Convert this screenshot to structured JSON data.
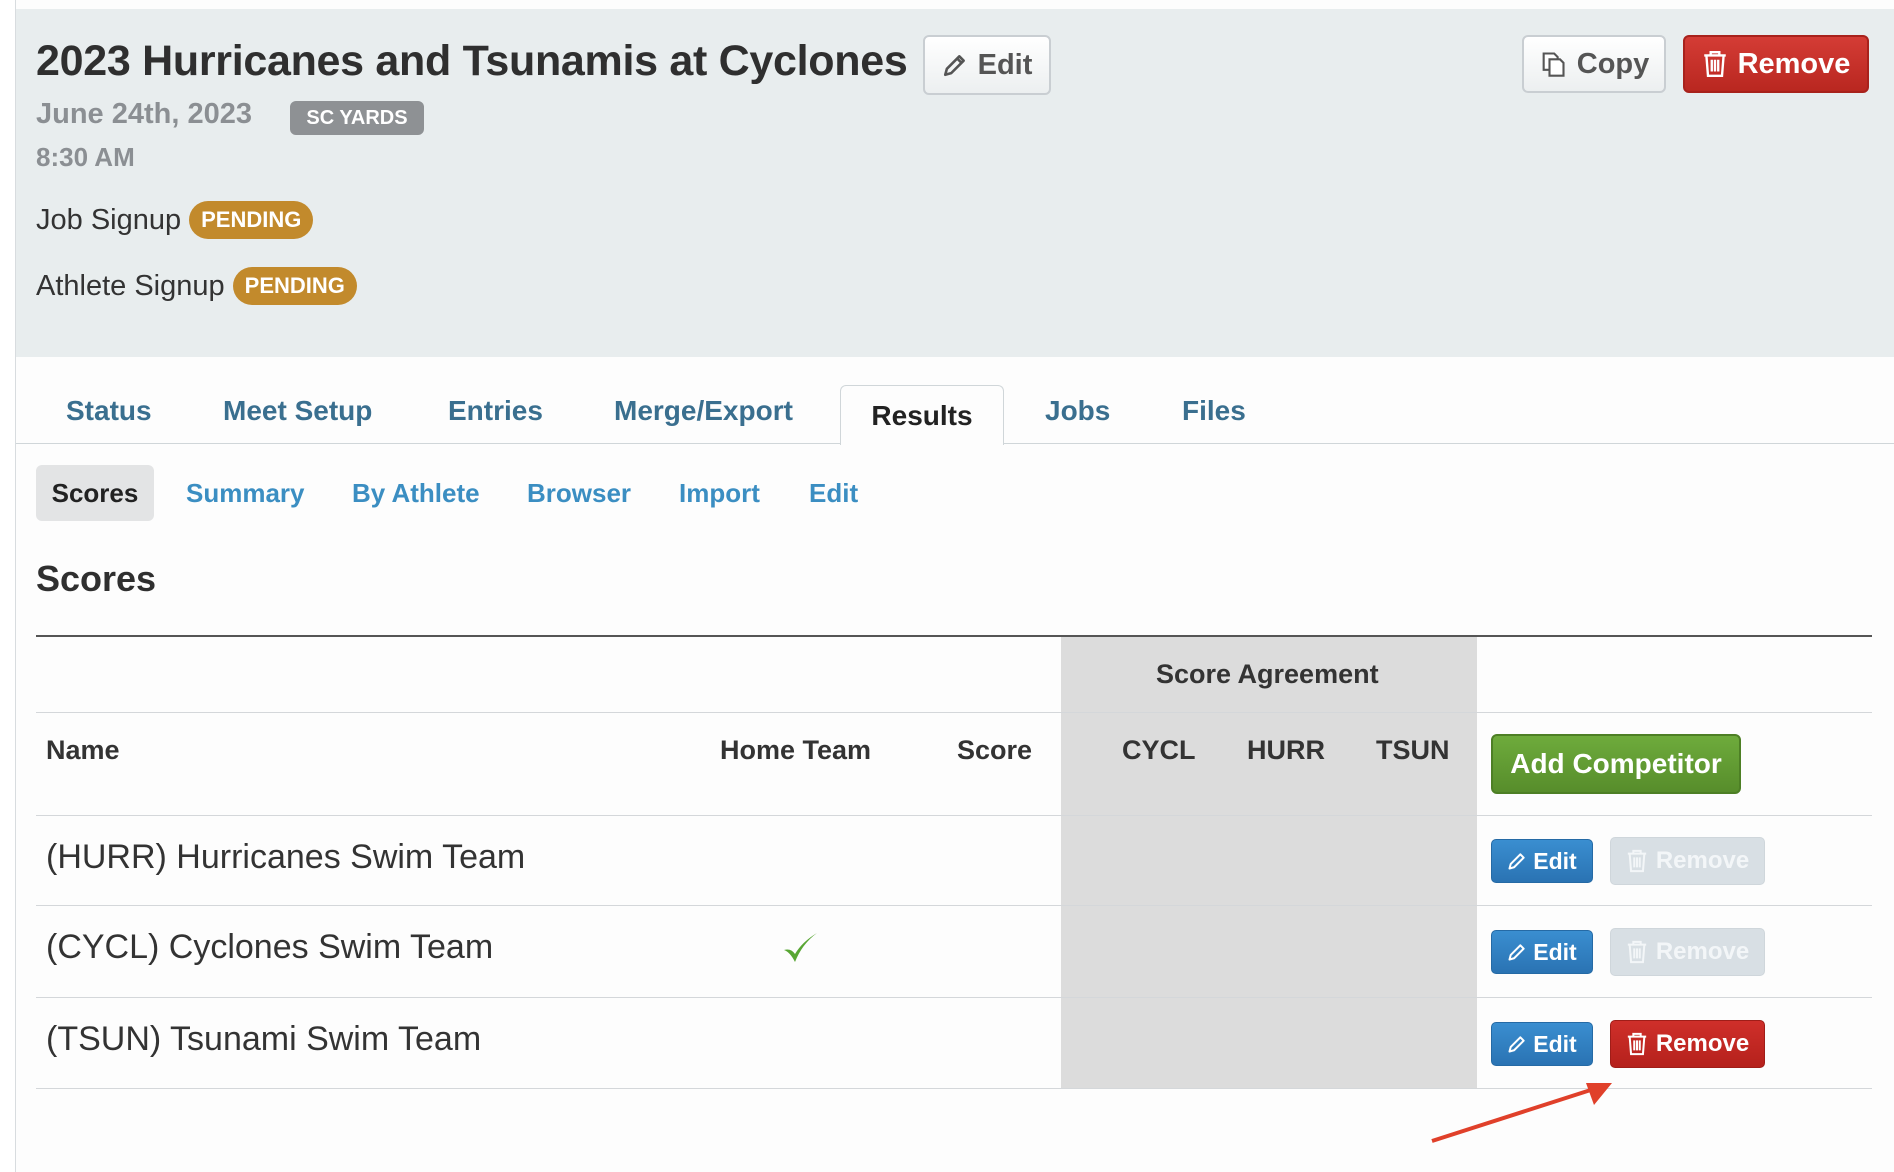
{
  "meet": {
    "title": "2023 Hurricanes and Tsunamis at Cyclones",
    "edit_label": "Edit",
    "copy_label": "Copy",
    "remove_label": "Remove",
    "date": "June 24th, 2023",
    "course": "SC YARDS",
    "time": "8:30 AM",
    "job_signup_label": "Job Signup",
    "job_signup_status": "PENDING",
    "athlete_signup_label": "Athlete Signup",
    "athlete_signup_status": "PENDING"
  },
  "tabs": [
    "Status",
    "Meet Setup",
    "Entries",
    "Merge/Export",
    "Results",
    "Jobs",
    "Files"
  ],
  "active_tab": "Results",
  "subtabs": [
    "Scores",
    "Summary",
    "By Athlete",
    "Browser",
    "Import",
    "Edit"
  ],
  "active_subtab": "Scores",
  "section_title": "Scores",
  "table": {
    "group_header": "Score Agreement",
    "headers": {
      "name": "Name",
      "home_team": "Home Team",
      "score": "Score",
      "cycl": "CYCL",
      "hurr": "HURR",
      "tsun": "TSUN"
    },
    "add_button": "Add Competitor",
    "rows": [
      {
        "name": "(HURR) Hurricanes Swim Team",
        "home": false,
        "edit": "Edit",
        "remove": "Remove",
        "remove_enabled": false
      },
      {
        "name": "(CYCL) Cyclones Swim Team",
        "home": true,
        "edit": "Edit",
        "remove": "Remove",
        "remove_enabled": false
      },
      {
        "name": "(TSUN) Tsunami Swim Team",
        "home": false,
        "edit": "Edit",
        "remove": "Remove",
        "remove_enabled": true
      }
    ]
  },
  "icons": {
    "edit": "pencil-icon",
    "copy": "copy-icon",
    "remove": "trash-icon",
    "home_team": "checkmark-icon",
    "annotation": "arrow-annotation"
  },
  "colors": {
    "danger": "#c0302a",
    "success": "#64a035",
    "primary": "#3282c4",
    "pending": "#c28a2c",
    "link": "#3b8ec2",
    "annotation": "#e0402a"
  }
}
